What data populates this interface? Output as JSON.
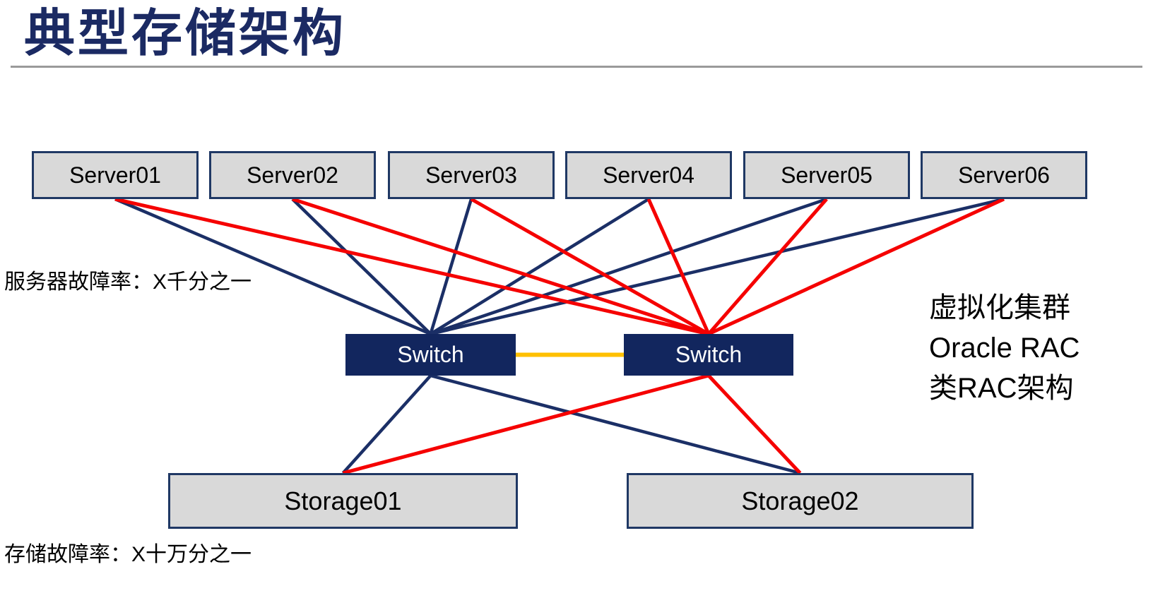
{
  "title": "典型存储架构",
  "notes": {
    "server_failure_rate": "服务器故障率：X千分之一",
    "storage_failure_rate": "存储故障率：X十万分之一",
    "architecture_note": {
      "line1": "虚拟化集群",
      "line2": "Oracle RAC",
      "line3": "类RAC架构"
    }
  },
  "servers": [
    {
      "label": "Server01"
    },
    {
      "label": "Server02"
    },
    {
      "label": "Server03"
    },
    {
      "label": "Server04"
    },
    {
      "label": "Server05"
    },
    {
      "label": "Server06"
    }
  ],
  "switches": [
    {
      "label": "Switch"
    },
    {
      "label": "Switch"
    }
  ],
  "storages": [
    {
      "label": "Storage01"
    },
    {
      "label": "Storage02"
    }
  ],
  "colors": {
    "navy": "#1b2f66",
    "red": "#f50000",
    "yellow": "#ffc000",
    "box_fill": "#d9d9d9",
    "box_border": "#1f3864",
    "switch_fill": "#12265e",
    "title_text": "#1b2a63",
    "rule_gray": "#9a9a9a",
    "body_text": "#000000",
    "switch_text": "#ffffff"
  },
  "edges": [
    {
      "from": "server-1",
      "from_anchor": "bottom",
      "to": "switch-1",
      "to_anchor": "top",
      "color": "navy",
      "width": 4.5
    },
    {
      "from": "server-2",
      "from_anchor": "bottom",
      "to": "switch-1",
      "to_anchor": "top",
      "color": "navy",
      "width": 4.5
    },
    {
      "from": "server-3",
      "from_anchor": "bottom",
      "to": "switch-1",
      "to_anchor": "top",
      "color": "navy",
      "width": 4.5
    },
    {
      "from": "server-4",
      "from_anchor": "bottom",
      "to": "switch-1",
      "to_anchor": "top",
      "color": "navy",
      "width": 4.5
    },
    {
      "from": "server-5",
      "from_anchor": "bottom",
      "to": "switch-1",
      "to_anchor": "top",
      "color": "navy",
      "width": 4.5
    },
    {
      "from": "server-6",
      "from_anchor": "bottom",
      "to": "switch-1",
      "to_anchor": "top",
      "color": "navy",
      "width": 4.5
    },
    {
      "from": "switch-1",
      "from_anchor": "bottom",
      "to": "storage-1",
      "to_anchor": "top",
      "color": "navy",
      "width": 4.5
    },
    {
      "from": "switch-1",
      "from_anchor": "bottom",
      "to": "storage-2",
      "to_anchor": "top",
      "color": "navy",
      "width": 4.5
    },
    {
      "from": "server-1",
      "from_anchor": "bottom",
      "to": "switch-2",
      "to_anchor": "top",
      "color": "red",
      "width": 5
    },
    {
      "from": "server-2",
      "from_anchor": "bottom",
      "to": "switch-2",
      "to_anchor": "top",
      "color": "red",
      "width": 5
    },
    {
      "from": "server-3",
      "from_anchor": "bottom",
      "to": "switch-2",
      "to_anchor": "top",
      "color": "red",
      "width": 5
    },
    {
      "from": "server-4",
      "from_anchor": "bottom",
      "to": "switch-2",
      "to_anchor": "top",
      "color": "red",
      "width": 5
    },
    {
      "from": "server-5",
      "from_anchor": "bottom",
      "to": "switch-2",
      "to_anchor": "top",
      "color": "red",
      "width": 5
    },
    {
      "from": "server-6",
      "from_anchor": "bottom",
      "to": "switch-2",
      "to_anchor": "top",
      "color": "red",
      "width": 5
    },
    {
      "from": "switch-2",
      "from_anchor": "bottom",
      "to": "storage-1",
      "to_anchor": "top",
      "color": "red",
      "width": 5
    },
    {
      "from": "switch-2",
      "from_anchor": "bottom",
      "to": "storage-2",
      "to_anchor": "top",
      "color": "red",
      "width": 5
    },
    {
      "from": "switch-1",
      "from_anchor": "right",
      "to": "switch-2",
      "to_anchor": "left",
      "color": "yellow",
      "width": 6
    }
  ]
}
